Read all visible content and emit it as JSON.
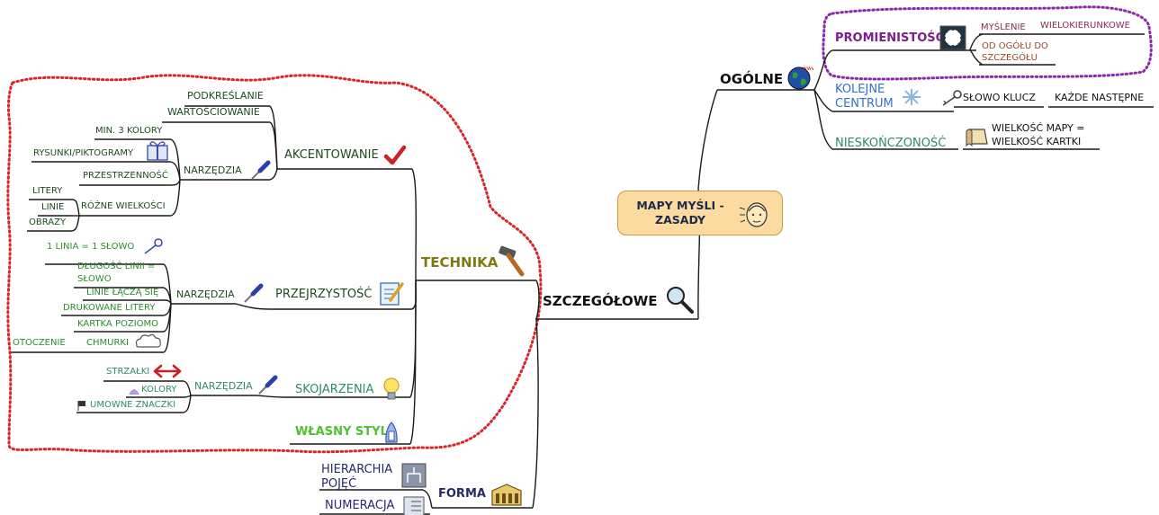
{
  "central": {
    "title": "MAPY MYŚLI -\nZASADY",
    "line1": "MAPY MYŚLI -",
    "line2": "ZASADY"
  },
  "ogolne": {
    "label": "OGÓLNE",
    "promienistosc": {
      "label": "PROMIENISTOŚĆ",
      "items": [
        "MYŚLENIE",
        "WIELOKIERUNKOWE",
        "OD OGÓŁU DO",
        "SZCZEGÓŁU"
      ]
    },
    "kolejne": {
      "line1": "KOLEJNE",
      "line2": "CENTRUM",
      "klucz": "SŁOWO KLUCZ",
      "nastepne": "KAŻDE NASTĘPNE"
    },
    "nieskonczonosc": {
      "label": "NIESKOŃCZONOŚĆ",
      "line1": "WIELKOŚĆ MAPY  =",
      "line2": "WIELKOŚĆ KARTKI"
    }
  },
  "szczegolowe": {
    "label": "SZCZEGÓŁOWE",
    "technika": {
      "label": "TECHNIKA",
      "akcentowanie": {
        "label": "AKCENTOWANIE",
        "podkreslanie": "PODKREŚLANIE",
        "wartosciowanie": "WARTOŚCIOWANIE",
        "narzedzia": "NARZĘDZIA",
        "min_kolory": "MIN. 3 KOLORY",
        "rysunki": "RYSUNKI/PIKTOGRAMY",
        "przestrzennosc": "PRZESTRZENNOŚĆ",
        "rozne": "RÓŻNE WIELKOŚCI",
        "litery": "LITERY",
        "linie": "LINIE",
        "obrazy": "OBRAZY"
      },
      "przejrzystosc": {
        "label": "PRZEJRZYSTOŚĆ",
        "klucz": "1 LINIA = 1 SŁOWO",
        "narzedzia": "NARZĘDZIA",
        "dlugosc1": "DŁUGOŚĆ LINII =",
        "dlugosc2": "SŁOWO",
        "linie": "LINIE ŁĄCZĄ SIĘ",
        "drukowane": "DRUKOWANE LITERY",
        "kartka": "KARTKA POZIOMO",
        "chmurki": "CHMURKI",
        "otoczenie": "OTOCZENIE"
      },
      "skojarzenia": {
        "label": "SKOJARZENIA",
        "narzedzia": "NARZĘDZIA",
        "strzalki": "STRZAŁKI",
        "kolory": "KOLORY",
        "znaczki": "UMOWNE ZNACZKI"
      },
      "wlasny": "WŁASNY STYL"
    },
    "forma": {
      "label": "FORMA",
      "hier1": "HIERARCHIA",
      "hier2": "POJĘĆ",
      "numeracja": "NUMERACJA"
    }
  },
  "colors": {
    "center_fill": "#fbdba0",
    "dotted_red": "#d9262b",
    "dotted_purple": "#8a2aa8"
  }
}
